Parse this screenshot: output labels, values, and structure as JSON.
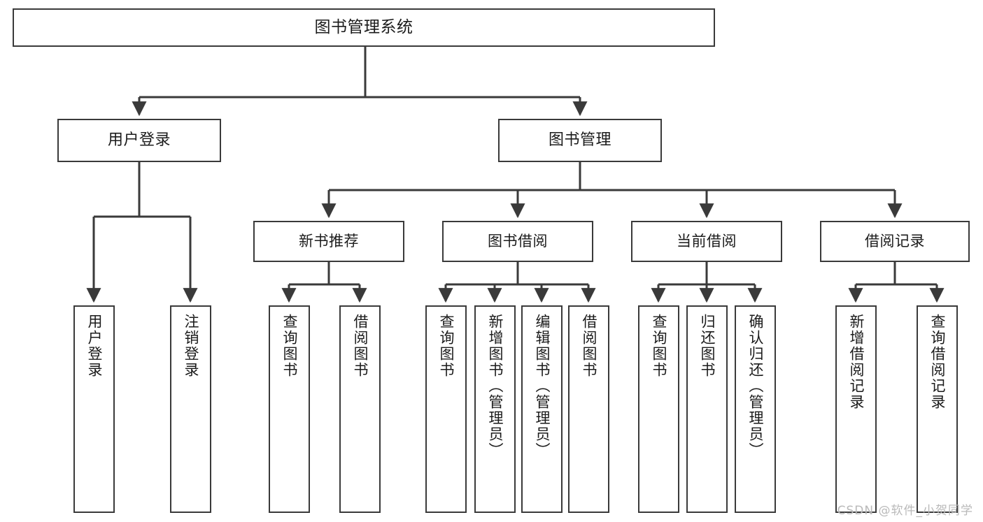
{
  "diagram": {
    "title": "图书管理系统",
    "type": "tree-hierarchy",
    "watermark": "CSDN @软件_小贺同学",
    "colors": {
      "background": "#ffffff",
      "box_border": "#3a3a3a",
      "box_fill": "#ffffff",
      "connector": "#3a3a3a",
      "text": "#1b1b1b",
      "watermark": "#b9b9b9"
    },
    "root": {
      "id": "root",
      "label": "图书管理系统"
    },
    "level2": [
      {
        "id": "user-login",
        "label": "用户登录"
      },
      {
        "id": "book-manage",
        "label": "图书管理"
      }
    ],
    "level3": [
      {
        "id": "new-book-rec",
        "label": "新书推荐",
        "parent": "book-manage"
      },
      {
        "id": "book-borrow",
        "label": "图书借阅",
        "parent": "book-manage"
      },
      {
        "id": "current-borrow",
        "label": "当前借阅",
        "parent": "book-manage"
      },
      {
        "id": "borrow-record",
        "label": "借阅记录",
        "parent": "book-manage"
      }
    ],
    "leaves": [
      {
        "id": "leaf-user-login",
        "label": "用户登录",
        "parent": "user-login"
      },
      {
        "id": "leaf-logout",
        "label": "注销登录",
        "parent": "user-login"
      },
      {
        "id": "leaf-query-book-1",
        "label": "查询图书",
        "parent": "new-book-rec"
      },
      {
        "id": "leaf-borrow-book-1",
        "label": "借阅图书",
        "parent": "new-book-rec"
      },
      {
        "id": "leaf-query-book-2",
        "label": "查询图书",
        "parent": "book-borrow"
      },
      {
        "id": "leaf-add-book",
        "label": "新增图书（管理员）",
        "parent": "book-borrow"
      },
      {
        "id": "leaf-edit-book",
        "label": "编辑图书（管理员）",
        "parent": "book-borrow"
      },
      {
        "id": "leaf-borrow-book-2",
        "label": "借阅图书",
        "parent": "book-borrow"
      },
      {
        "id": "leaf-query-book-3",
        "label": "查询图书",
        "parent": "current-borrow"
      },
      {
        "id": "leaf-return-book",
        "label": "归还图书",
        "parent": "current-borrow"
      },
      {
        "id": "leaf-confirm-return",
        "label": "确认归还（管理员）",
        "parent": "current-borrow"
      },
      {
        "id": "leaf-add-record",
        "label": "新增借阅记录",
        "parent": "borrow-record"
      },
      {
        "id": "leaf-query-record",
        "label": "查询借阅记录",
        "parent": "borrow-record"
      }
    ]
  }
}
